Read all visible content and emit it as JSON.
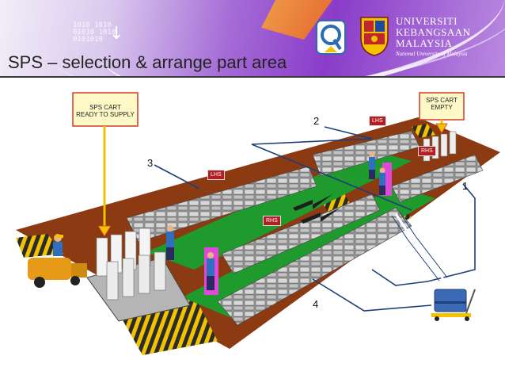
{
  "header": {
    "binary_text": "1010 1010\n01010 1010\n0101010",
    "university_line1": "UNIVERSITI",
    "university_line2": "KEBANGSAAN",
    "university_line3": "MALAYSIA",
    "university_sub": "National University of Malaysia"
  },
  "slide": {
    "title": "SPS – selection & arrange part area"
  },
  "diagram": {
    "cart_ready_label": "SPS CART\nREADY TO SUPPLY",
    "cart_empty_label": "SPS CART\nEMPTY",
    "tags": [
      "LHS",
      "RHS",
      "LHS",
      "RHS"
    ],
    "steps": [
      "1",
      "2",
      "3",
      "4"
    ],
    "colors": {
      "floor": "#8b3a12",
      "lane": "#1f9a2c",
      "stripe": "#f2c200",
      "path": "#1c3f7a",
      "tag": "#b21e22"
    }
  }
}
